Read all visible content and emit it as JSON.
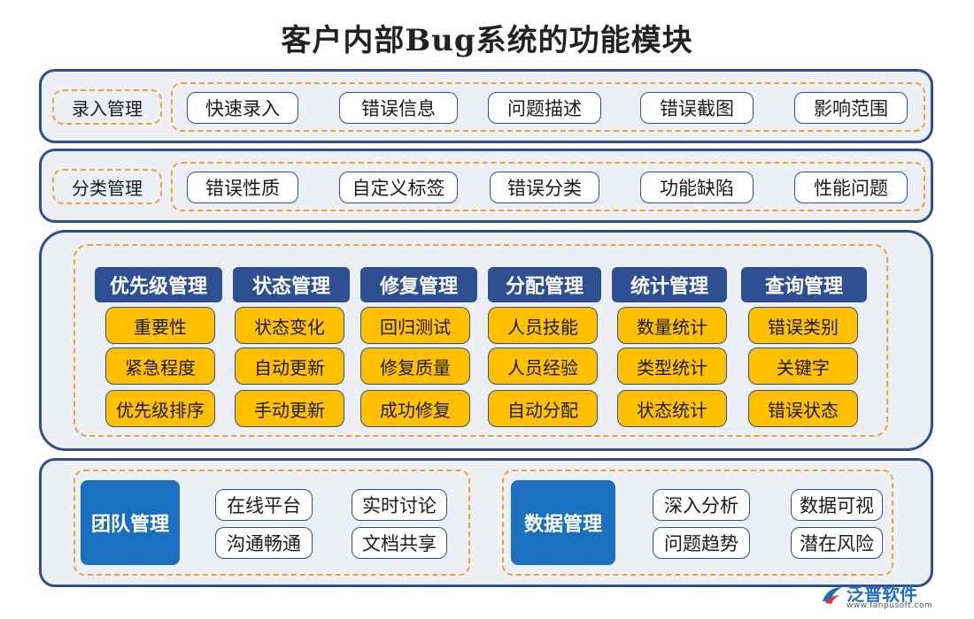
{
  "title": "客户内部Bug系统的功能模块",
  "rows": [
    {
      "label": "录入管理",
      "items": [
        "快速录入",
        "错误信息",
        "问题描述",
        "错误截图",
        "影响范围"
      ]
    },
    {
      "label": "分类管理",
      "items": [
        "错误性质",
        "自定义标签",
        "错误分类",
        "功能缺陷",
        "性能问题"
      ]
    }
  ],
  "columns": [
    {
      "head": "优先级管理",
      "items": [
        "重要性",
        "紧急程度",
        "优先级排序"
      ]
    },
    {
      "head": "状态管理",
      "items": [
        "状态变化",
        "自动更新",
        "手动更新"
      ]
    },
    {
      "head": "修复管理",
      "items": [
        "回归测试",
        "修复质量",
        "成功修复"
      ]
    },
    {
      "head": "分配管理",
      "items": [
        "人员技能",
        "人员经验",
        "自动分配"
      ]
    },
    {
      "head": "统计管理",
      "items": [
        "数量统计",
        "类型统计",
        "状态统计"
      ]
    },
    {
      "head": "查询管理",
      "items": [
        "错误类别",
        "关键字",
        "错误状态"
      ]
    }
  ],
  "groups": [
    {
      "head": "团队管理",
      "items": [
        "在线平台",
        "实时讨论",
        "沟通畅通",
        "文档共享"
      ]
    },
    {
      "head": "数据管理",
      "items": [
        "深入分析",
        "数据可视",
        "问题趋势",
        "潜在风险"
      ]
    }
  ],
  "logo": {
    "name": "泛普软件",
    "url": "www.fanpusoft.com",
    "color": "#1e6fbf"
  },
  "colors": {
    "navy": "#2f4f93",
    "gold": "#ffc000",
    "blue": "#1a6fbf",
    "dash": "#f0a030"
  }
}
